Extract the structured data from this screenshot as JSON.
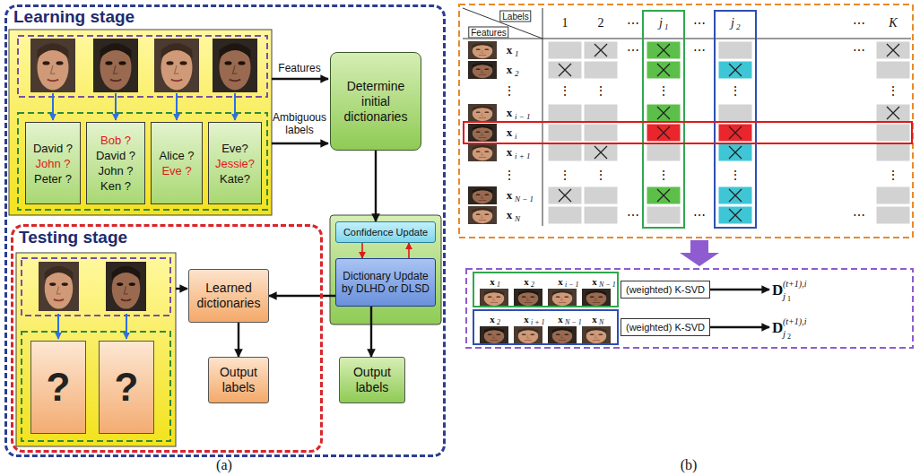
{
  "diagram": {
    "nodes": [
      {
        "text": [
          "Learning stage"
        ]
      },
      {
        "text": [
          "David ?",
          "John ?",
          "Peter ?"
        ],
        "in": 0
      },
      {
        "text": [
          "Bob ?",
          "David ?",
          "John ?",
          "Ken ?"
        ],
        "in": 0
      },
      {
        "text": [
          "Alice ?",
          "Eve ?"
        ],
        "in": 0
      },
      {
        "text": [
          "Eve?",
          "Jessie?",
          "Kate?"
        ],
        "in": 0
      },
      {
        "text": [
          "Determine initial dictionaries"
        ],
        "in": 0
      },
      {
        "text": [
          "Confidence Update"
        ],
        "in": 0
      },
      {
        "text": [
          "Dictionary Update by DLHD or DLSD"
        ],
        "in": 0
      },
      {
        "text": [
          "Testing stage"
        ],
        "in": 0
      },
      {
        "text": [
          "?"
        ],
        "in": 8
      },
      {
        "text": [
          "?"
        ],
        "in": 8
      },
      {
        "text": [
          "Learned dictionaries"
        ],
        "in": 8
      },
      {
        "text": [
          "Output labels"
        ],
        "in": 8
      },
      {
        "text": [
          "Output labels"
        ],
        "in": 0
      },
      {
        "text": [
          "x",
          "1",
          "x",
          "2",
          "x",
          "i − 1",
          "x",
          "N − 1"
        ]
      },
      {
        "text": [
          "(weighted) K-SVD"
        ]
      },
      {
        "text": [
          "D",
          "j",
          "1",
          "(t+1),i"
        ]
      },
      {
        "text": [
          "x",
          "2",
          "x",
          "i + 1",
          "x",
          "N − 1",
          "x",
          "N"
        ]
      },
      {
        "text": [
          "(weighted) K-SVD"
        ]
      },
      {
        "text": [
          "D",
          "j",
          "2",
          "(t+1),i"
        ]
      }
    ],
    "edges": [
      {
        "from": 5,
        "to": 6,
        "arrow": "to"
      },
      {
        "from": 6,
        "to": 7,
        "arrow": "to"
      },
      {
        "from": 7,
        "to": 6,
        "arrow": "to"
      },
      {
        "from": 7,
        "to": 11,
        "arrow": "to"
      },
      {
        "from": 11,
        "to": 12,
        "arrow": "to"
      },
      {
        "from": 7,
        "to": 13,
        "arrow": "to"
      },
      {
        "from": 15,
        "to": 16,
        "arrow": "to"
      },
      {
        "from": 18,
        "to": 19,
        "arrow": "to"
      }
    ],
    "labels": [
      "Features",
      "Ambiguous labels",
      "(a)",
      "Labels",
      "Features",
      "1",
      "2",
      "⋯",
      "j",
      "1",
      "⋯",
      "j",
      "2",
      "⋯",
      "K",
      "x",
      "1",
      "x",
      "2",
      "⋮",
      "x",
      "i − 1",
      "x",
      "i",
      "x",
      "i + 1",
      "⋮",
      "x",
      "N − 1",
      "x",
      "N",
      "⋮",
      "⋮",
      "⋮",
      "⋮",
      "⋮",
      "⋮",
      "⋮",
      "⋮",
      "⋮",
      "⋮",
      "⋯",
      "⋯",
      "⋯",
      "⋯",
      "⋯",
      "⋯",
      "(b)"
    ]
  }
}
